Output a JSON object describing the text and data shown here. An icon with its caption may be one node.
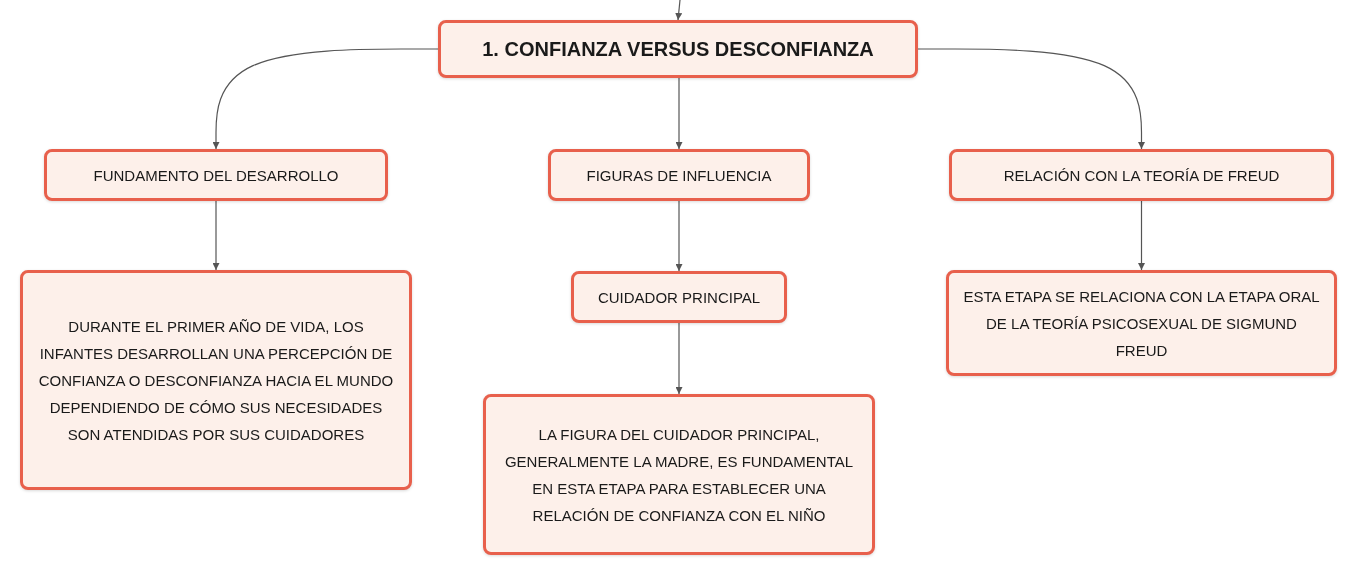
{
  "diagram": {
    "nodes": [
      {
        "text": [
          "1. CONFIANZA VERSUS DESCONFIANZA"
        ]
      },
      {
        "text": [
          "FUNDAMENTO DEL DESARROLLO"
        ]
      },
      {
        "text": [
          "FIGURAS DE INFLUENCIA"
        ]
      },
      {
        "text": [
          "RELACIÓN CON LA TEORÍA DE FREUD"
        ]
      },
      {
        "text": [
          "DURANTE EL PRIMER AÑO DE VIDA, LOS INFANTES DESARROLLAN UNA PERCEPCIÓN DE CONFIANZA O DESCONFIANZA HACIA EL MUNDO DEPENDIENDO DE CÓMO SUS NECESIDADES SON ATENDIDAS POR SUS CUIDADORES"
        ]
      },
      {
        "text": [
          "CUIDADOR PRINCIPAL"
        ]
      },
      {
        "text": [
          "LA FIGURA DEL CUIDADOR PRINCIPAL, GENERALMENTE LA MADRE, ES FUNDAMENTAL EN ESTA ETAPA PARA ESTABLECER UNA RELACIÓN DE CONFIANZA CON EL NIÑO"
        ]
      },
      {
        "text": [
          "ESTA ETAPA SE RELACIONA CON LA ETAPA ORAL DE LA TEORÍA PSICOSEXUAL DE SIGMUND FREUD"
        ]
      }
    ],
    "edges": [
      {
        "from": null,
        "to": 0,
        "arrow": "to"
      },
      {
        "from": 0,
        "to": 1,
        "arrow": "to"
      },
      {
        "from": 0,
        "to": 2,
        "arrow": "to"
      },
      {
        "from": 0,
        "to": 3,
        "arrow": "to"
      },
      {
        "from": 1,
        "to": 4,
        "arrow": "to"
      },
      {
        "from": 2,
        "to": 5,
        "arrow": "to"
      },
      {
        "from": 5,
        "to": 6,
        "arrow": "to"
      },
      {
        "from": 3,
        "to": 7,
        "arrow": "to"
      }
    ]
  }
}
